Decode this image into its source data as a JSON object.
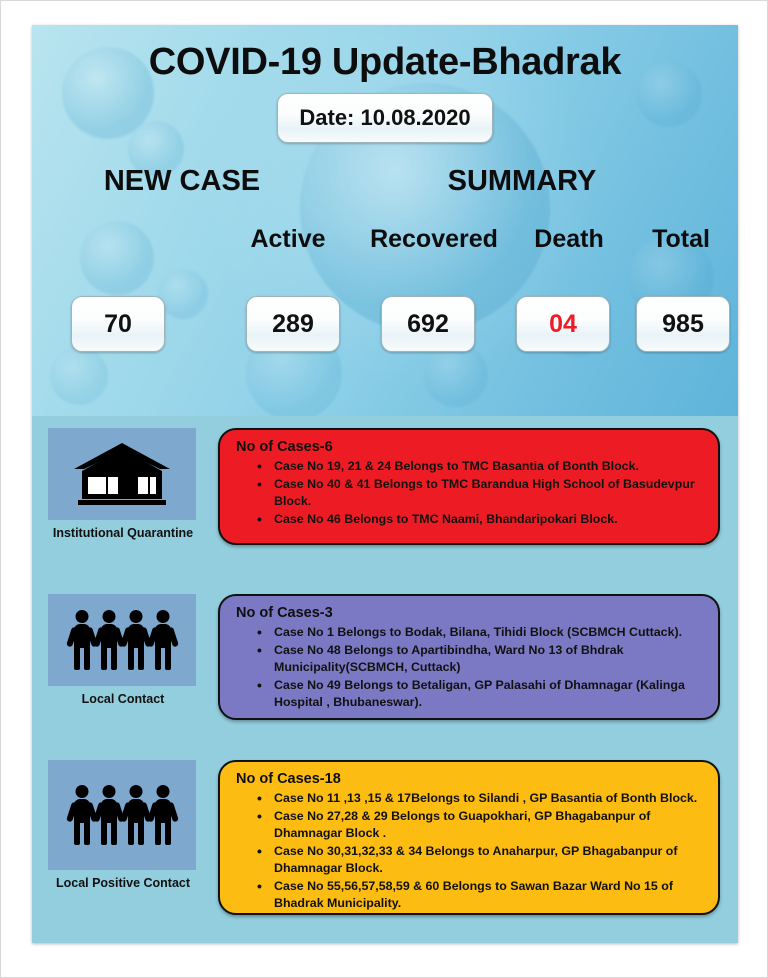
{
  "header": {
    "title": "COVID-19 Update-Bhadrak",
    "date_label": "Date: 10.08.2020",
    "new_case_label": "NEW CASE",
    "summary_label": "SUMMARY",
    "columns": [
      {
        "label": "Active",
        "value": "289"
      },
      {
        "label": "Recovered",
        "value": "692"
      },
      {
        "label": "Death",
        "value": "04"
      },
      {
        "label": "Total",
        "value": "985"
      }
    ],
    "new_case_value": "70",
    "death_color": "#ee1c25"
  },
  "sections": [
    {
      "icon": "house-icon",
      "icon_label": "Institutional Quarantine",
      "color": "#ed1c24",
      "cases_title": "No of Cases-6",
      "items": [
        "Case No 19, 21 & 24 Belongs to TMC Basantia of Bonth Block.",
        "Case No 40 & 41 Belongs to TMC Barandua High School of Basudevpur Block.",
        "Case No 46 Belongs to TMC Naami, Bhandaripokari Block."
      ]
    },
    {
      "icon": "people-group-icon",
      "icon_label": "Local Contact",
      "color": "#7b79c4",
      "cases_title": "No of Cases-3",
      "items": [
        "Case No 1 Belongs to Bodak, Bilana, Tihidi Block (SCBMCH Cuttack).",
        "Case No 48 Belongs to Apartibindha, Ward No 13 of Bhdrak Municipality(SCBMCH, Cuttack)",
        "Case No 49 Belongs to Betaligan, GP Palasahi of Dhamnagar (Kalinga Hospital , Bhubaneswar)."
      ]
    },
    {
      "icon": "people-group-icon",
      "icon_label": "Local Positive Contact",
      "color": "#fcbc11",
      "cases_title": "No of Cases-18",
      "items": [
        "Case No 11 ,13 ,15 & 17Belongs to Silandi , GP Basantia of Bonth Block.",
        "Case No 27,28 & 29 Belongs to Guapokhari, GP Bhagabanpur of Dhamnagar Block .",
        "Case No 30,31,32,33 & 34 Belongs to Anaharpur, GP Bhagabanpur of Dhamnagar Block.",
        "Case No 55,56,57,58,59 & 60 Belongs to Sawan Bazar Ward No 15 of Bhadrak Municipality."
      ]
    }
  ]
}
